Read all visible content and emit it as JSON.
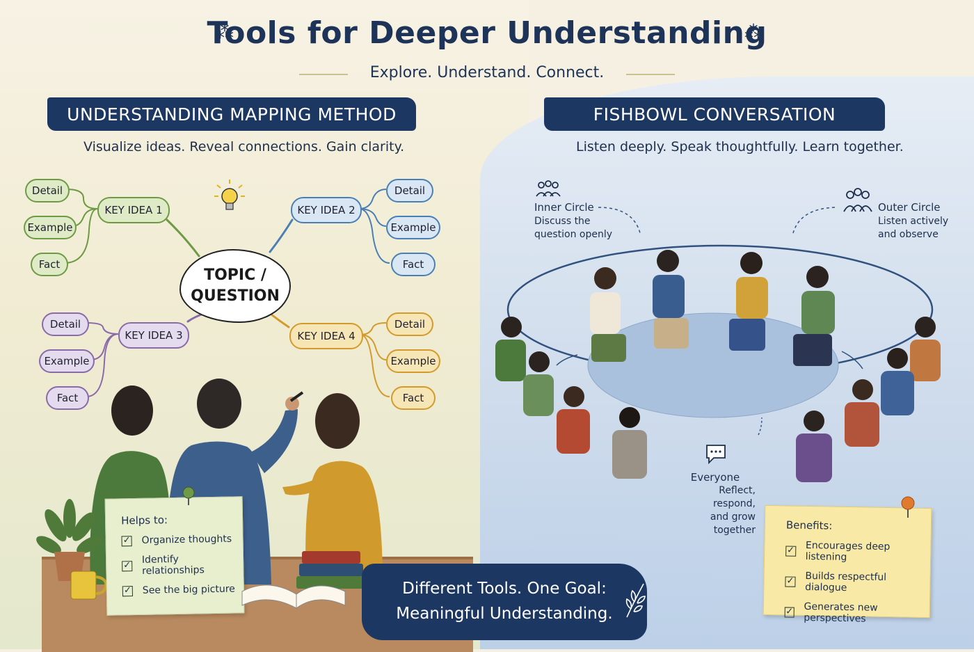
{
  "header": {
    "title": "Tools for Deeper Understanding",
    "subtitle": "Explore. Understand. Connect."
  },
  "left": {
    "banner": "UNDERSTANDING MAPPING METHOD",
    "tagline": "Visualize ideas. Reveal connections. Gain clarity.",
    "topic_line1": "TOPIC /",
    "topic_line2": "QUESTION",
    "key_ideas": [
      {
        "label": "KEY IDEA 1",
        "details": [
          "Detail",
          "Example",
          "Fact"
        ]
      },
      {
        "label": "KEY IDEA 2",
        "details": [
          "Detail",
          "Example",
          "Fact"
        ]
      },
      {
        "label": "KEY IDEA 3",
        "details": [
          "Detail",
          "Example",
          "Fact"
        ]
      },
      {
        "label": "KEY IDEA 4",
        "details": [
          "Detail",
          "Example",
          "Fact"
        ]
      }
    ],
    "note": {
      "heading": "Helps to:",
      "items": [
        "Organize thoughts",
        "Identify relationships",
        "See the big picture"
      ]
    }
  },
  "right": {
    "banner": "FISHBOWL CONVERSATION",
    "tagline": "Listen deeply. Speak thoughtfully. Learn together.",
    "inner": {
      "title": "Inner Circle",
      "line1": "Discuss the",
      "line2": "question openly"
    },
    "outer": {
      "title": "Outer Circle",
      "line1": "Listen actively",
      "line2": "and observe"
    },
    "everyone": {
      "title": "Everyone",
      "line1": "Reflect, respond,",
      "line2": "and grow together"
    },
    "note": {
      "heading": "Benefits:",
      "items": [
        "Encourages deep listening",
        "Builds respectful dialogue",
        "Generates new perspectives"
      ]
    }
  },
  "goal": {
    "line1": "Different Tools. One Goal:",
    "line2": "Meaningful Understanding."
  },
  "colors": {
    "navy": "#1d3763",
    "green": "#6e9a46",
    "blue": "#4a7fb5",
    "purple": "#8a6aa8",
    "orange": "#d59a2c"
  }
}
